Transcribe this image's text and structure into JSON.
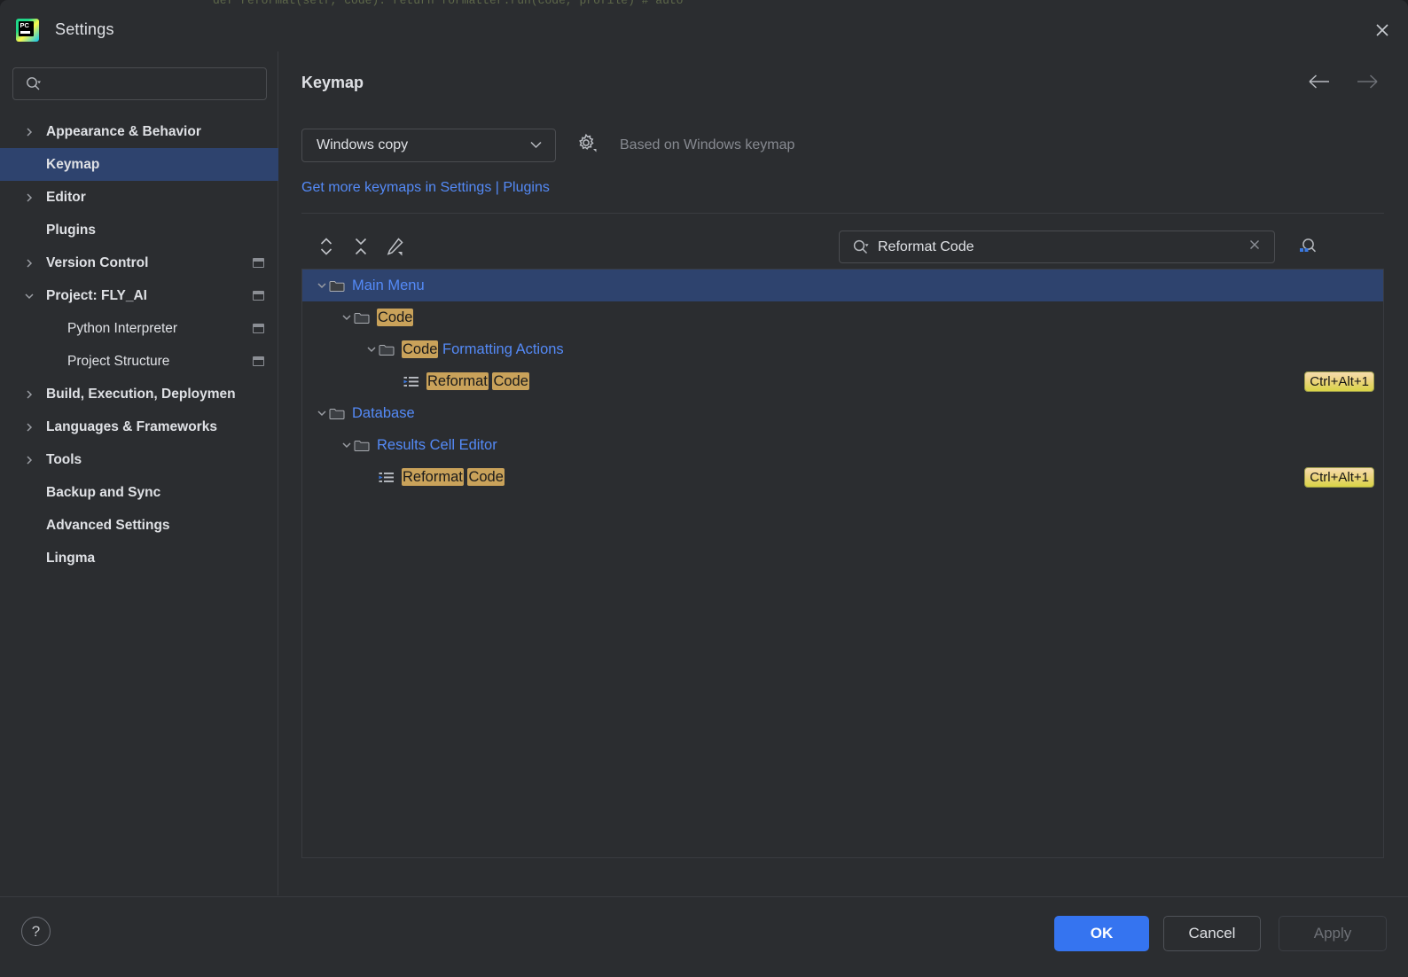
{
  "window": {
    "title": "Settings",
    "logo_text": "PC",
    "close_icon": "close-icon",
    "bg_code_strip": "def reformat(self, code):  return formatter.run(code, profile)  # auto"
  },
  "sidebar": {
    "search": {
      "placeholder": "",
      "value": "",
      "icon": "search-icon"
    },
    "items": [
      {
        "label": "Appearance & Behavior",
        "level": 0,
        "arrow": "chevron-right",
        "bold": true,
        "selected": false,
        "badge": false
      },
      {
        "label": "Keymap",
        "level": 0,
        "arrow": "none",
        "bold": true,
        "selected": true,
        "badge": false
      },
      {
        "label": "Editor",
        "level": 0,
        "arrow": "chevron-right",
        "bold": true,
        "selected": false,
        "badge": false
      },
      {
        "label": "Plugins",
        "level": 0,
        "arrow": "none",
        "bold": true,
        "selected": false,
        "badge": false
      },
      {
        "label": "Version Control",
        "level": 0,
        "arrow": "chevron-right",
        "bold": true,
        "selected": false,
        "badge": true
      },
      {
        "label": "Project: FLY_AI",
        "level": 0,
        "arrow": "chevron-down",
        "bold": true,
        "selected": false,
        "badge": true
      },
      {
        "label": "Python Interpreter",
        "level": 1,
        "arrow": "none",
        "bold": false,
        "selected": false,
        "badge": true
      },
      {
        "label": "Project Structure",
        "level": 1,
        "arrow": "none",
        "bold": false,
        "selected": false,
        "badge": true
      },
      {
        "label": "Build, Execution, Deploymen",
        "level": 0,
        "arrow": "chevron-right",
        "bold": true,
        "selected": false,
        "badge": false
      },
      {
        "label": "Languages & Frameworks",
        "level": 0,
        "arrow": "chevron-right",
        "bold": true,
        "selected": false,
        "badge": false
      },
      {
        "label": "Tools",
        "level": 0,
        "arrow": "chevron-right",
        "bold": true,
        "selected": false,
        "badge": false
      },
      {
        "label": "Backup and Sync",
        "level": 0,
        "arrow": "none",
        "bold": true,
        "selected": false,
        "badge": false
      },
      {
        "label": "Advanced Settings",
        "level": 0,
        "arrow": "none",
        "bold": true,
        "selected": false,
        "badge": false
      },
      {
        "label": "Lingma",
        "level": 0,
        "arrow": "none",
        "bold": true,
        "selected": false,
        "badge": false
      }
    ]
  },
  "content": {
    "page_title": "Keymap",
    "back_icon": "arrow-left-icon",
    "forward_icon": "arrow-right-icon",
    "keymap_select": {
      "value": "Windows copy",
      "chevron": "chevron-down-icon"
    },
    "gear_icon": "gear-icon",
    "based_on": "Based on Windows keymap",
    "plugins_link": "Get more keymaps in Settings | Plugins",
    "toolbar": {
      "expand_all": "expand-all-icon",
      "collapse_all": "collapse-all-icon",
      "edit_shortcut": "pencil-edit-icon",
      "find_by_shortcut": "find-by-shortcut-icon"
    },
    "find": {
      "value": "Reformat Code",
      "placeholder": "",
      "search_icon": "search-icon",
      "clear_icon": "clear-icon"
    }
  },
  "keymap_tree": [
    {
      "indent": 0,
      "chevron": "chevron-down",
      "icon": "folder-icon",
      "selected": true,
      "parts": [
        {
          "t": "Main Menu",
          "hl": false
        }
      ],
      "color": "link",
      "shortcut": null
    },
    {
      "indent": 1,
      "chevron": "chevron-down",
      "icon": "folder-icon",
      "selected": false,
      "parts": [
        {
          "t": "Code",
          "hl": true
        }
      ],
      "color": "link",
      "shortcut": null
    },
    {
      "indent": 2,
      "chevron": "chevron-down",
      "icon": "folder-icon",
      "selected": false,
      "parts": [
        {
          "t": "Code",
          "hl": true
        },
        {
          "t": " Formatting Actions",
          "hl": false
        }
      ],
      "color": "link",
      "shortcut": null
    },
    {
      "indent": 3,
      "chevron": "none",
      "icon": "action-icon",
      "selected": false,
      "parts": [
        {
          "t": "Reformat",
          "hl": true
        },
        {
          "t": " ",
          "hl": false
        },
        {
          "t": "Code",
          "hl": true
        }
      ],
      "color": "link",
      "shortcut": "Ctrl+Alt+1"
    },
    {
      "indent": 0,
      "chevron": "chevron-down",
      "icon": "folder-icon",
      "selected": false,
      "parts": [
        {
          "t": "Database",
          "hl": false
        }
      ],
      "color": "link",
      "shortcut": null
    },
    {
      "indent": 1,
      "chevron": "chevron-down",
      "icon": "folder-icon",
      "selected": false,
      "parts": [
        {
          "t": "Results Cell Editor",
          "hl": false
        }
      ],
      "color": "link",
      "shortcut": null
    },
    {
      "indent": 2,
      "chevron": "none",
      "icon": "action-icon",
      "selected": false,
      "parts": [
        {
          "t": "Reformat",
          "hl": true
        },
        {
          "t": " ",
          "hl": false
        },
        {
          "t": "Code",
          "hl": true
        }
      ],
      "color": "link",
      "shortcut": "Ctrl+Alt+1"
    }
  ],
  "footer": {
    "help_icon": "help-icon",
    "help_glyph": "?",
    "ok_label": "OK",
    "cancel_label": "Cancel",
    "apply_label": "Apply"
  },
  "colors": {
    "accent": "#3574F0",
    "link": "#548AF7",
    "selection": "#2E436E",
    "highlight": "#C9A25A",
    "panel": "#2B2D30",
    "border": "#393B40"
  }
}
